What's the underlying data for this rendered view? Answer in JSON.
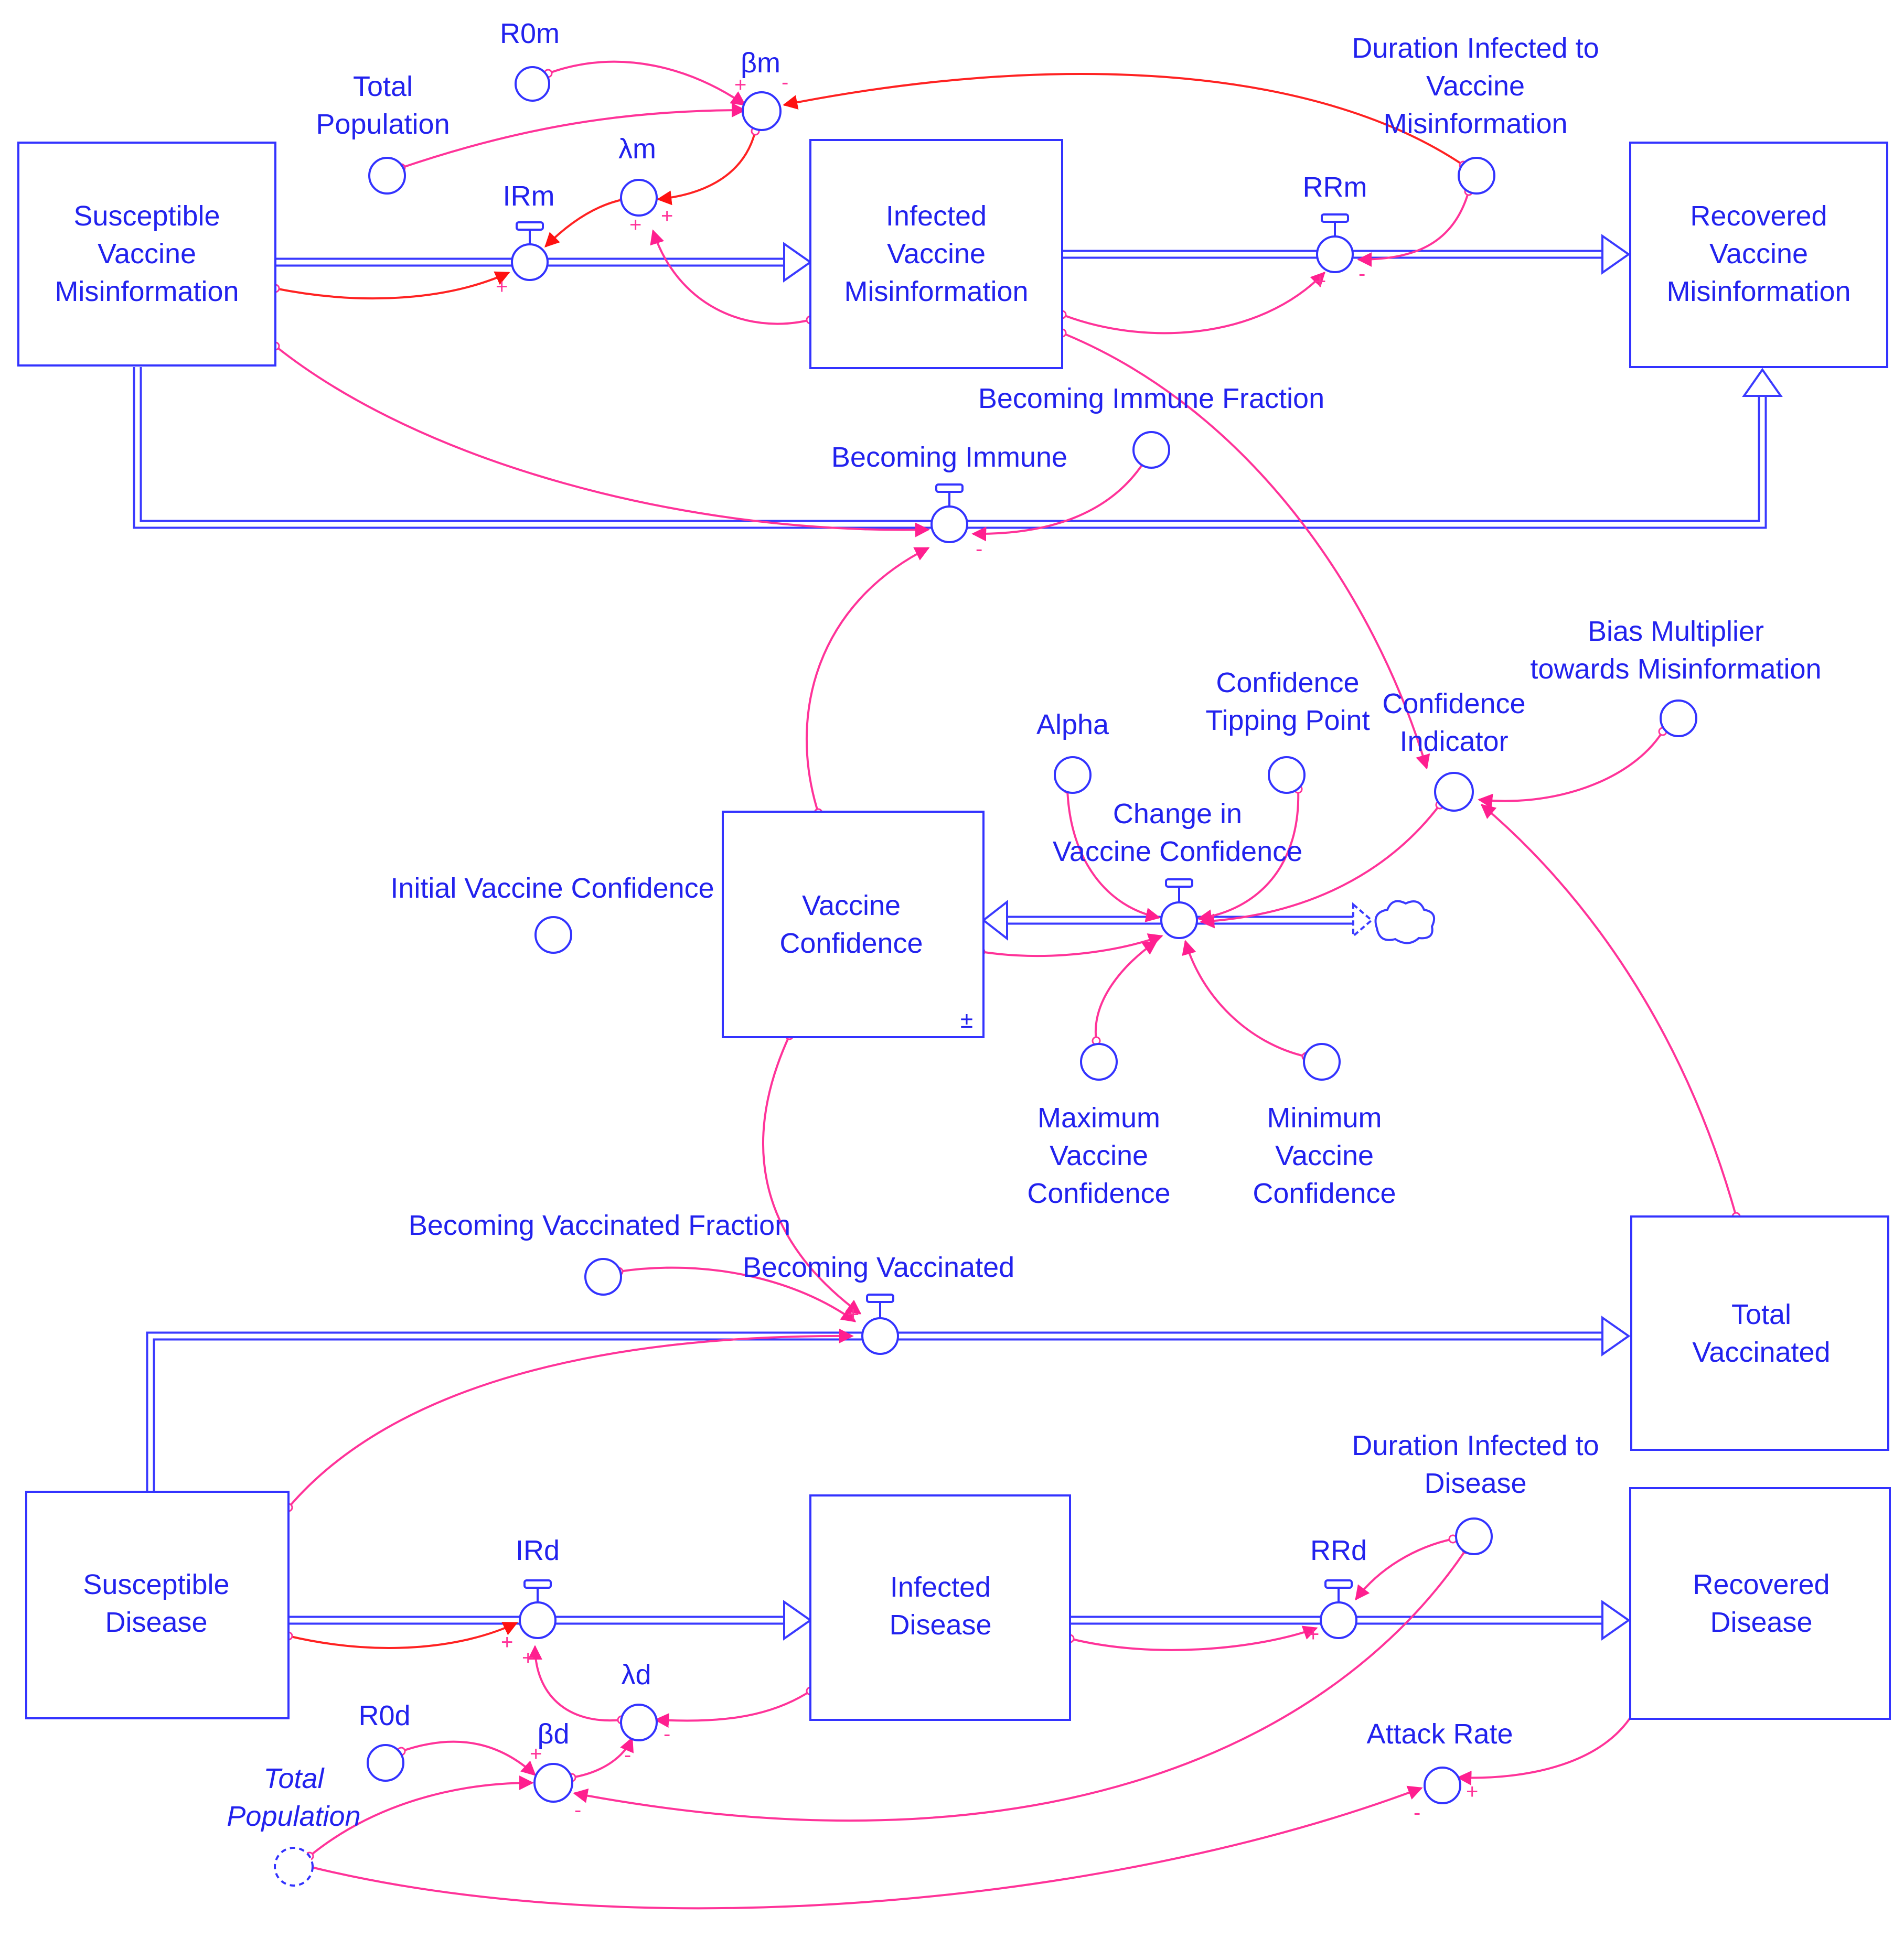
{
  "stocks": {
    "susceptible_vm": [
      "Susceptible",
      "Vaccine",
      "Misinformation"
    ],
    "infected_vm": [
      "Infected",
      "Vaccine",
      "Misinformation"
    ],
    "recovered_vm": [
      "Recovered",
      "Vaccine",
      "Misinformation"
    ],
    "vaccine_confidence": [
      "Vaccine",
      "Confidence"
    ],
    "vaccine_confidence_marker": "±",
    "total_vaccinated": [
      "Total",
      "Vaccinated"
    ],
    "susceptible_d": [
      "Susceptible",
      "Disease"
    ],
    "infected_d": [
      "Infected",
      "Disease"
    ],
    "recovered_d": [
      "Recovered",
      "Disease"
    ]
  },
  "flows": {
    "irm": "IRm",
    "rrm": "RRm",
    "becoming_immune": "Becoming Immune",
    "change_in_vc": [
      "Change in",
      "Vaccine Confidence"
    ],
    "becoming_vaccinated": "Becoming Vaccinated",
    "ird": "IRd",
    "rrd": "RRd"
  },
  "variables": {
    "r0m": "R0m",
    "beta_m": "βm",
    "total_population": [
      "Total",
      "Population"
    ],
    "lambda_m": "λm",
    "duration_infected_vm": [
      "Duration Infected to",
      "Vaccine",
      "Misinformation"
    ],
    "becoming_immune_fraction": "Becoming Immune Fraction",
    "alpha": "Alpha",
    "confidence_tipping_point": [
      "Confidence",
      "Tipping Point"
    ],
    "confidence_indicator": [
      "Confidence",
      "Indicator"
    ],
    "bias_multiplier": [
      "Bias Multiplier",
      "towards Misinformation"
    ],
    "initial_vaccine_confidence": "Initial Vaccine Confidence",
    "maximum_vc": [
      "Maximum",
      "Vaccine",
      "Confidence"
    ],
    "minimum_vc": [
      "Minimum",
      "Vaccine",
      "Confidence"
    ],
    "becoming_vaccinated_fraction": "Becoming Vaccinated Fraction",
    "duration_infected_d": [
      "Duration Infected to",
      "Disease"
    ],
    "lambda_d": "λd",
    "r0d": "R0d",
    "beta_d": "βd",
    "total_population_shadow": [
      "Total",
      "Population"
    ],
    "attack_rate": "Attack Rate"
  },
  "polarity": {
    "plus": "+",
    "minus": "-"
  },
  "colors": {
    "structure": "#3333ff",
    "link": "#ff3399",
    "link_strong": "#ff2222",
    "label": "#2222ee"
  }
}
